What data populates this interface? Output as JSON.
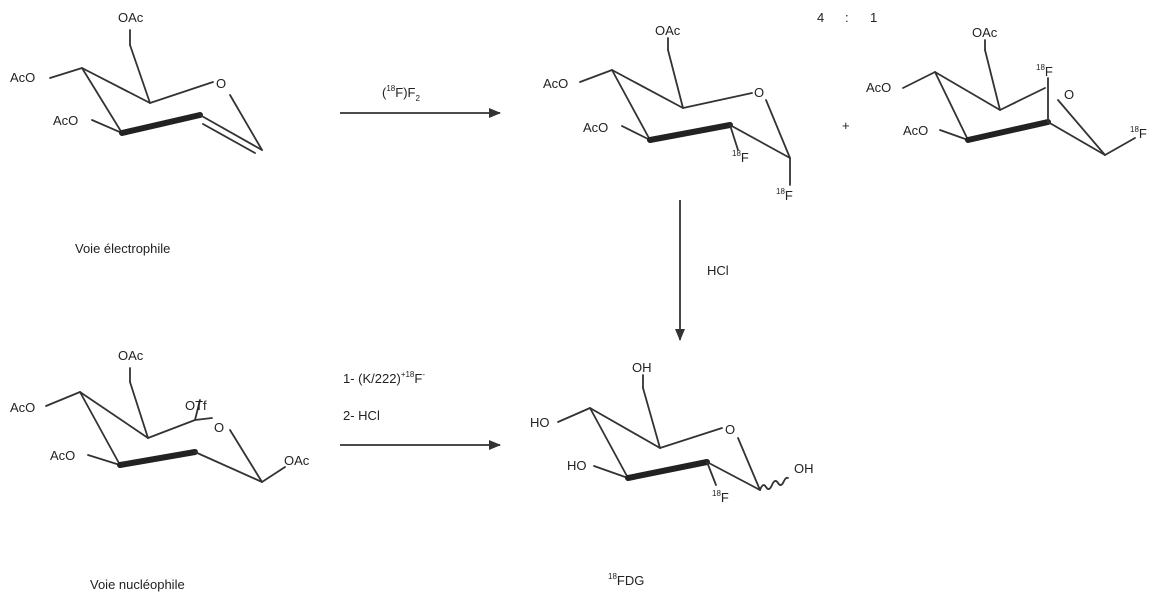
{
  "ratio": {
    "left": "4",
    "sep": ":",
    "right": "1"
  },
  "labels": {
    "oac": "OAc",
    "aco": "AcO",
    "otf": "OTf",
    "oh": "OH",
    "ho": "HO",
    "o": "O",
    "f": "F",
    "iso": "18",
    "plus": "+"
  },
  "reagents": {
    "f2_open": "(",
    "f2_mid": "F)F",
    "f2_sub": "2",
    "hcl": "HCl",
    "step1_a": "1- (K/222)",
    "step1_sup": "+18",
    "step1_b": "F",
    "step1_minus": "-",
    "step2": "2- HCl"
  },
  "captions": {
    "electrophile": "Voie électrophile",
    "nucleophile": "Voie nucléophile",
    "fdg": "FDG"
  },
  "colors": {
    "ink": "#222222",
    "background": "#ffffff"
  }
}
